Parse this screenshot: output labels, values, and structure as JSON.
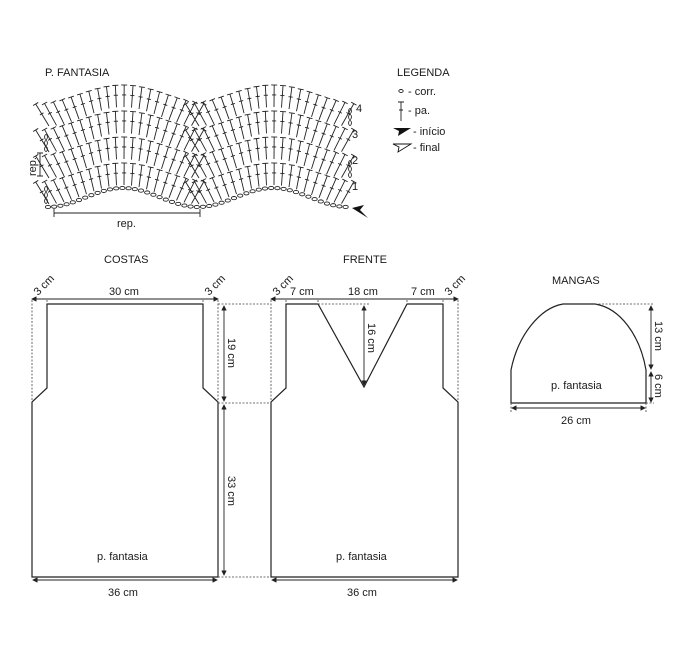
{
  "stitch_chart": {
    "title": "P. FANTASIA",
    "rows": [
      "1",
      "2",
      "3",
      "4"
    ],
    "rep_horizontal": "rep.",
    "rep_vertical": "rep."
  },
  "legend": {
    "title": "LEGENDA",
    "items": [
      {
        "icon": "chain-stitch-icon",
        "label": "- corr."
      },
      {
        "icon": "double-crochet-icon",
        "label": "- pa."
      },
      {
        "icon": "start-arrow-icon",
        "label": "- início"
      },
      {
        "icon": "end-arrow-icon",
        "label": "- final"
      }
    ]
  },
  "costas": {
    "title": "COSTAS",
    "shoulder_left": "3 cm",
    "neck_width": "30 cm",
    "shoulder_right": "3 cm",
    "armhole_height": "19 cm",
    "body_height": "33 cm",
    "stitch": "p. fantasia",
    "width": "36 cm"
  },
  "frente": {
    "title": "FRENTE",
    "shoulder_left": "3 cm",
    "left_top": "7 cm",
    "neck_width": "18 cm",
    "right_top": "7 cm",
    "shoulder_right": "3 cm",
    "neck_depth": "16 cm",
    "stitch": "p. fantasia",
    "width": "36 cm"
  },
  "mangas": {
    "title": "MANGAS",
    "cap_height": "13 cm",
    "side_height": "6 cm",
    "stitch": "p. fantasia",
    "width": "26 cm"
  }
}
